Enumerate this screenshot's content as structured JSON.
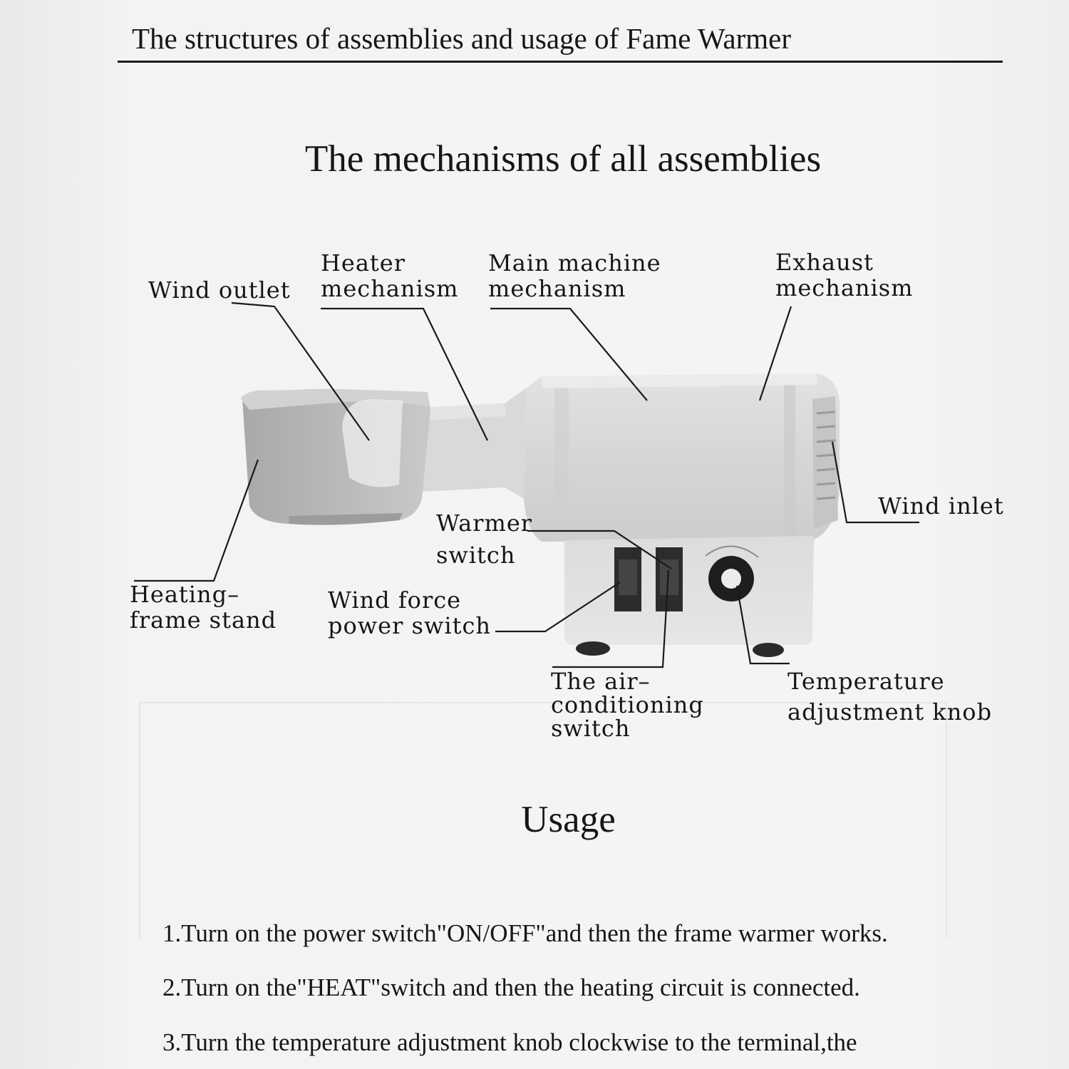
{
  "header": {
    "title": "The structures of assemblies and usage of  Fame Warmer"
  },
  "mechanisms": {
    "title": "The mechanisms of all assemblies",
    "labels": {
      "wind_outlet": "Wind outlet",
      "heater_mechanism": "Heater\nmechanism",
      "main_machine_mechanism": "Main machine\nmechanism",
      "exhaust_mechanism": "Exhaust\nmechanism",
      "wind_inlet": "Wind inlet",
      "warmer_switch": "Warmer\nswitch",
      "heating_frame_stand": "Heating–\nframe stand",
      "wind_force_power_switch": "Wind force\npower  switch",
      "air_conditioning_switch": "The air–\nconditioning\nswitch",
      "temperature_adjustment_knob": "Temperature\nadjustment knob"
    }
  },
  "usage": {
    "title": "Usage",
    "steps": [
      "1.Turn on the power switch\"ON/OFF\"and then the frame warmer works.",
      "2.Turn on the\"HEAT\"switch and then the heating circuit is connected.",
      "3.Turn the temperature adjustment knob clockwise to the terminal,the"
    ]
  }
}
